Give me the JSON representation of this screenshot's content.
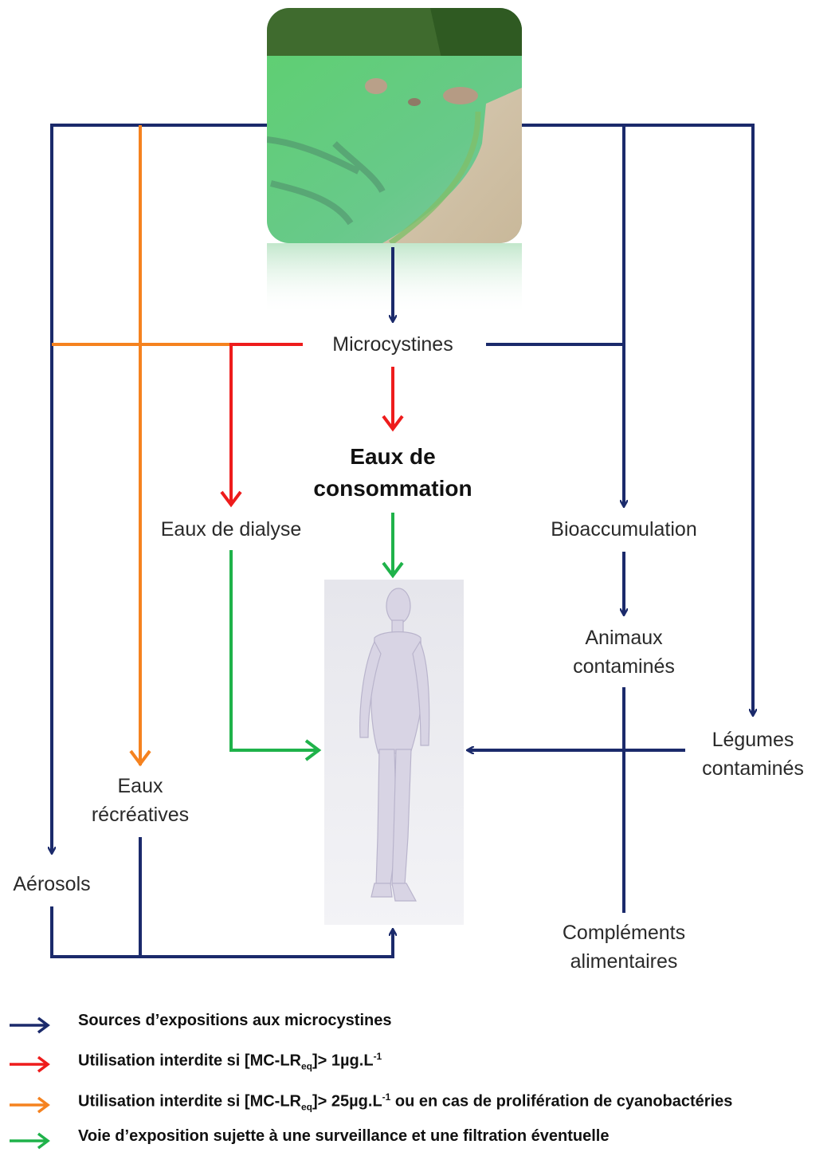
{
  "nodes": {
    "microcystines": "Microcystines",
    "eaux_consommation": [
      "Eaux de",
      "consommation"
    ],
    "eaux_dialyse": "Eaux de dialyse",
    "bioaccumulation": "Bioaccumulation",
    "animaux": [
      "Animaux",
      "contaminés"
    ],
    "legumes": [
      "Légumes",
      "contaminés"
    ],
    "eaux_recreatives": [
      "Eaux",
      "récréatives"
    ],
    "aerosols": "Aérosols",
    "complements": [
      "Compléments",
      "alimentaires"
    ]
  },
  "colors": {
    "navy": "#1b2a6b",
    "red": "#ee1c1c",
    "orange": "#f5821f",
    "green": "#1fb24a"
  },
  "legend": [
    {
      "color": "navy",
      "text": "Sources d’expositions aux microcystines"
    },
    {
      "color": "red",
      "prefix": "Utilisation interdite si  [MC-LR",
      "sub": "eq",
      "mid": "]> 1µg.L",
      "sup": "-1",
      "suffix": ""
    },
    {
      "color": "orange",
      "prefix": "Utilisation interdite si  [MC-LR",
      "sub": "eq",
      "mid": "]> 25µg.L",
      "sup": "-1",
      "suffix": " ou en cas de prolifération de cyanobactéries"
    },
    {
      "color": "green",
      "text": "Voie d’exposition sujette à une surveillance et une filtration éventuelle"
    }
  ],
  "icons": [
    "lake-photo",
    "human-figure"
  ]
}
